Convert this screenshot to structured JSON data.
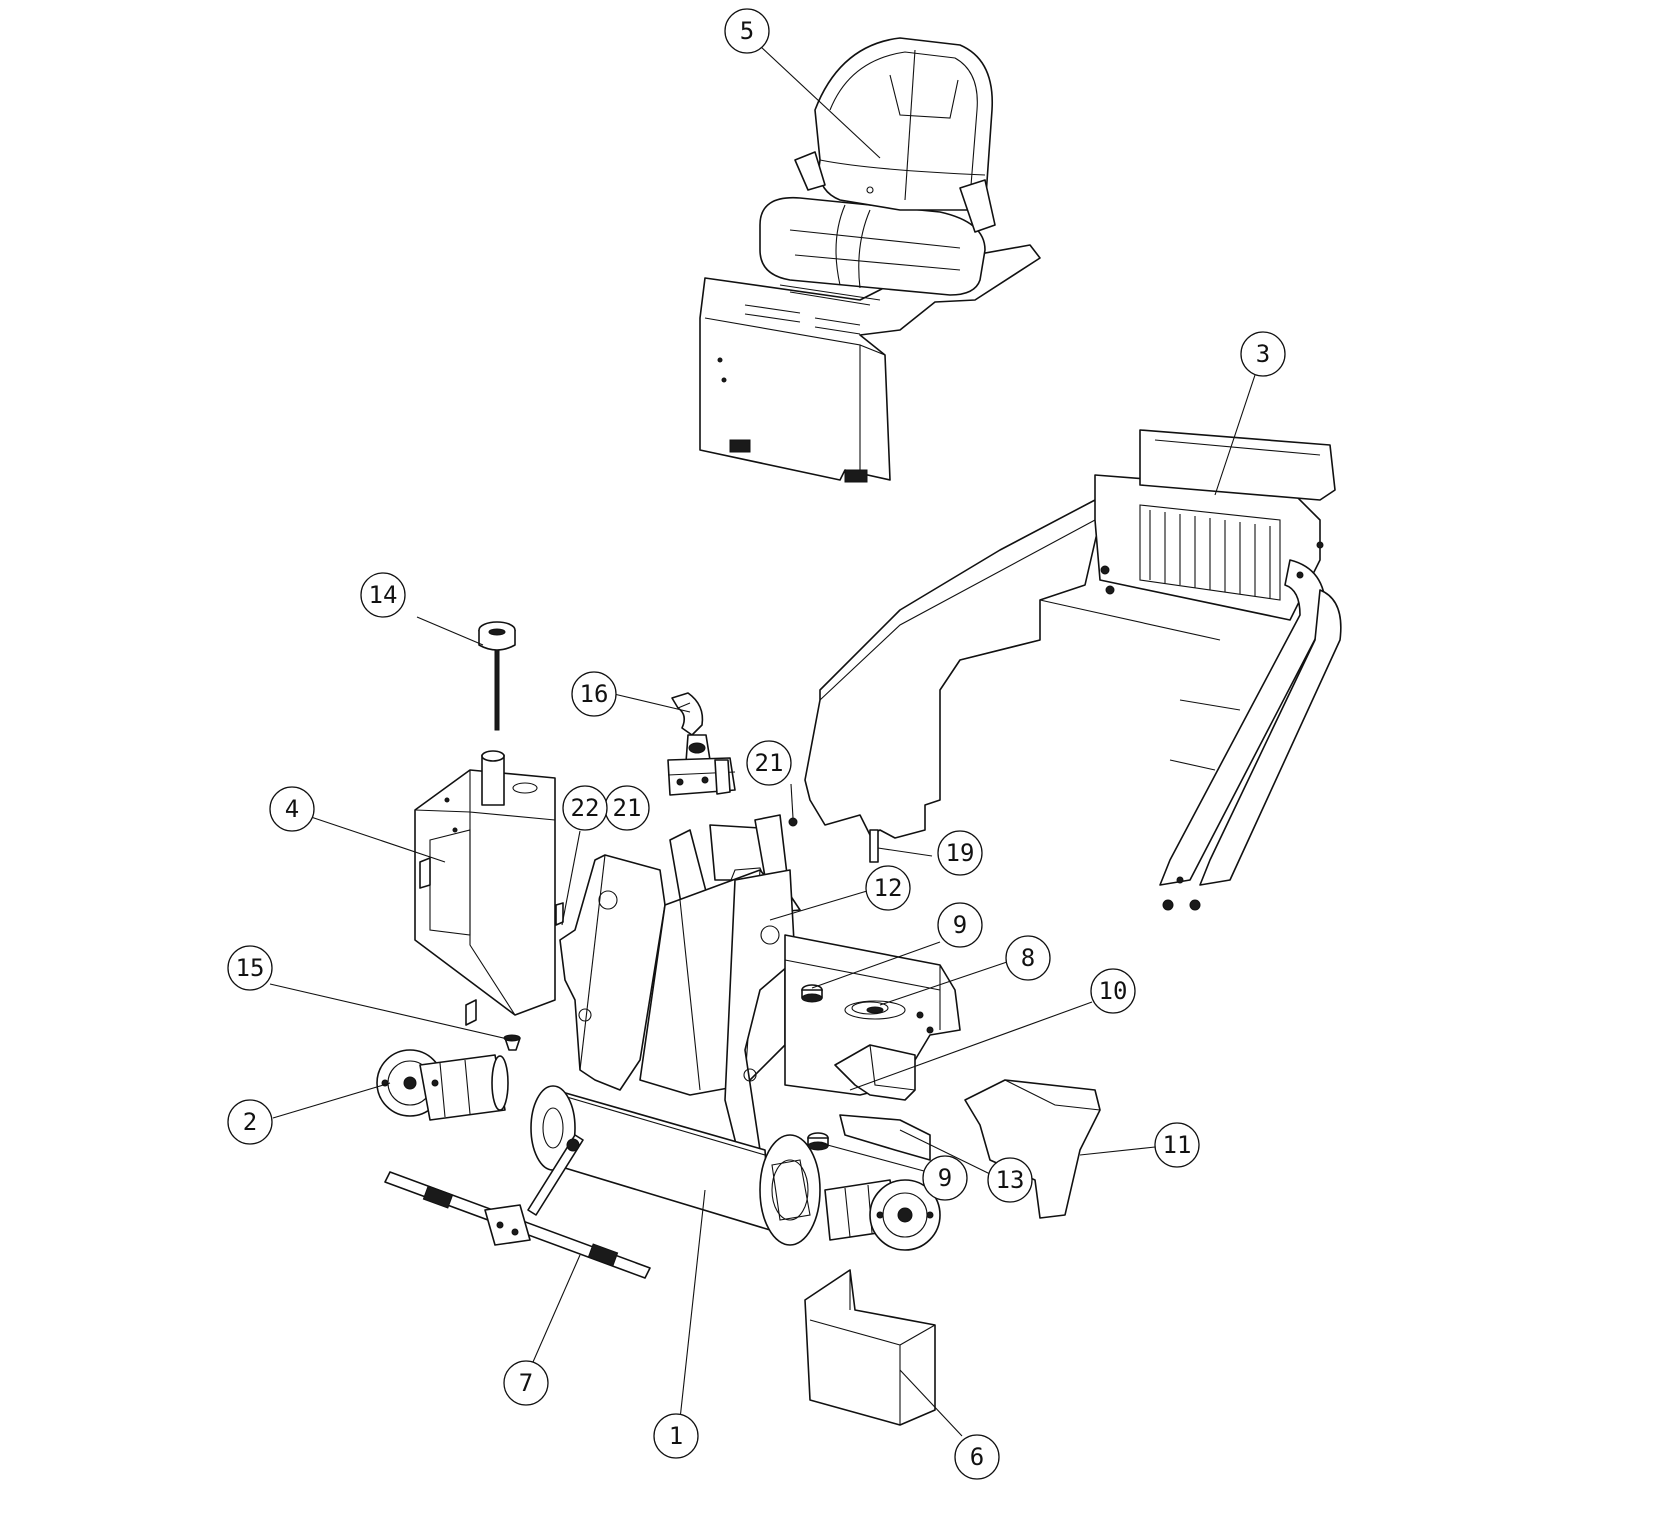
{
  "callouts": [
    {
      "id": "c1",
      "label": "1"
    },
    {
      "id": "c2",
      "label": "2"
    },
    {
      "id": "c3",
      "label": "3"
    },
    {
      "id": "c4",
      "label": "4"
    },
    {
      "id": "c5",
      "label": "5"
    },
    {
      "id": "c6",
      "label": "6"
    },
    {
      "id": "c7",
      "label": "7"
    },
    {
      "id": "c8",
      "label": "8"
    },
    {
      "id": "c9a",
      "label": "9"
    },
    {
      "id": "c9b",
      "label": "9"
    },
    {
      "id": "c10",
      "label": "10"
    },
    {
      "id": "c11",
      "label": "11"
    },
    {
      "id": "c12",
      "label": "12"
    },
    {
      "id": "c13",
      "label": "13"
    },
    {
      "id": "c14",
      "label": "14"
    },
    {
      "id": "c15",
      "label": "15"
    },
    {
      "id": "c16",
      "label": "16"
    },
    {
      "id": "c19",
      "label": "19"
    },
    {
      "id": "c21a",
      "label": "21"
    },
    {
      "id": "c21b",
      "label": "21"
    },
    {
      "id": "c22",
      "label": "22"
    }
  ]
}
